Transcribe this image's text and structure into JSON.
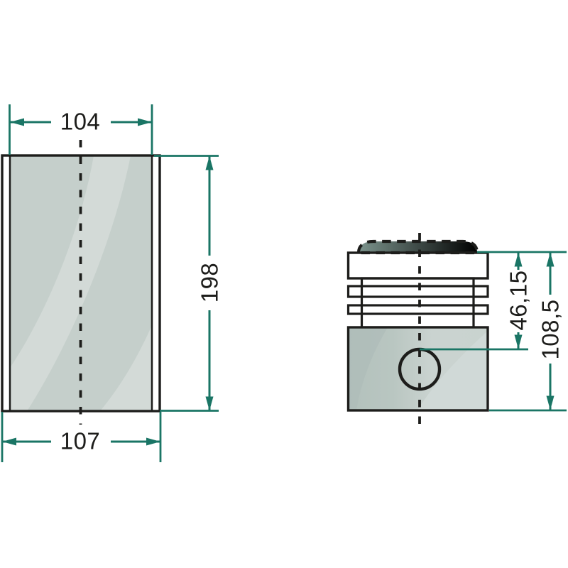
{
  "drawing": {
    "title": "cylinder-liner-and-piston-technical-drawing",
    "liner": {
      "dim_inner_diameter": "104",
      "dim_outer_diameter": "107",
      "dim_height": "198"
    },
    "piston": {
      "dim_compression_height": "46,15",
      "dim_total_height": "108,5"
    },
    "colors": {
      "dimension_line": "#1a7565",
      "outline_ink": "#1d1d1b",
      "background": "#ffffff",
      "liner_body_fill": "#c5cfcb",
      "liner_highlight_fill": "#d3dad7",
      "hatch_fill": "#acc0ba",
      "piston_body_fill": "#c3cec9",
      "piston_ring_fill": "#d0d8d5",
      "piston_groove_fill": "#9cb0aa",
      "piston_crown_fill": "#81978f",
      "pin_bore_fill": "#ffffff"
    }
  }
}
